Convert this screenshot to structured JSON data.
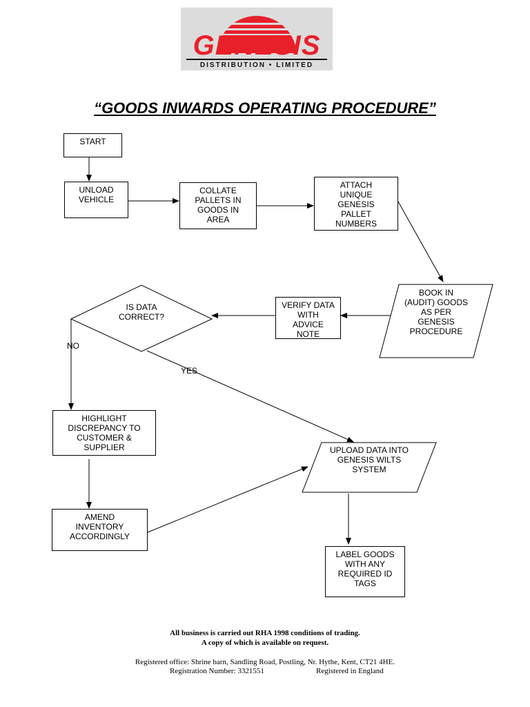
{
  "logo": {
    "word": "GENESIS",
    "subtitle": "DISTRIBUTION • LIMITED",
    "brand_color": "#e8202a"
  },
  "title": "“GOODS INWARDS OPERATING PROCEDURE”",
  "nodes": {
    "start": "START",
    "unload_vehicle": "UNLOAD VEHICLE",
    "collate_pallets": "COLLATE PALLETS IN GOODS IN AREA",
    "attach_numbers": "ATTACH UNIQUE GENESIS PALLET NUMBERS",
    "book_in": "BOOK IN (AUDIT) GOODS AS PER GENESIS PROCEDURE",
    "verify_data": "VERIFY DATA WITH ADVICE NOTE",
    "is_data_correct": "IS DATA CORRECT?",
    "highlight_discrepancy": "HIGHLIGHT DISCREPANCY TO CUSTOMER & SUPPLIER",
    "amend_inventory": "AMEND INVENTORY ACCORDINGLY",
    "upload_data": "UPLOAD DATA INTO GENESIS WILTS SYSTEM",
    "label_goods": "LABEL GOODS WITH ANY REQUIRED ID TAGS"
  },
  "edge_labels": {
    "no": "NO",
    "yes": "YES"
  },
  "footer": {
    "line1": "All business is carried out RHA 1998 conditions of trading.",
    "line2": "A copy of which is available on request.",
    "line3": "Registered office: Shrine barn, Sandling Road, Postling, Nr. Hythe, Kent, CT21 4HE.",
    "registration_number": "Registration Number: 3321551",
    "registered_in": "Registered in England"
  }
}
